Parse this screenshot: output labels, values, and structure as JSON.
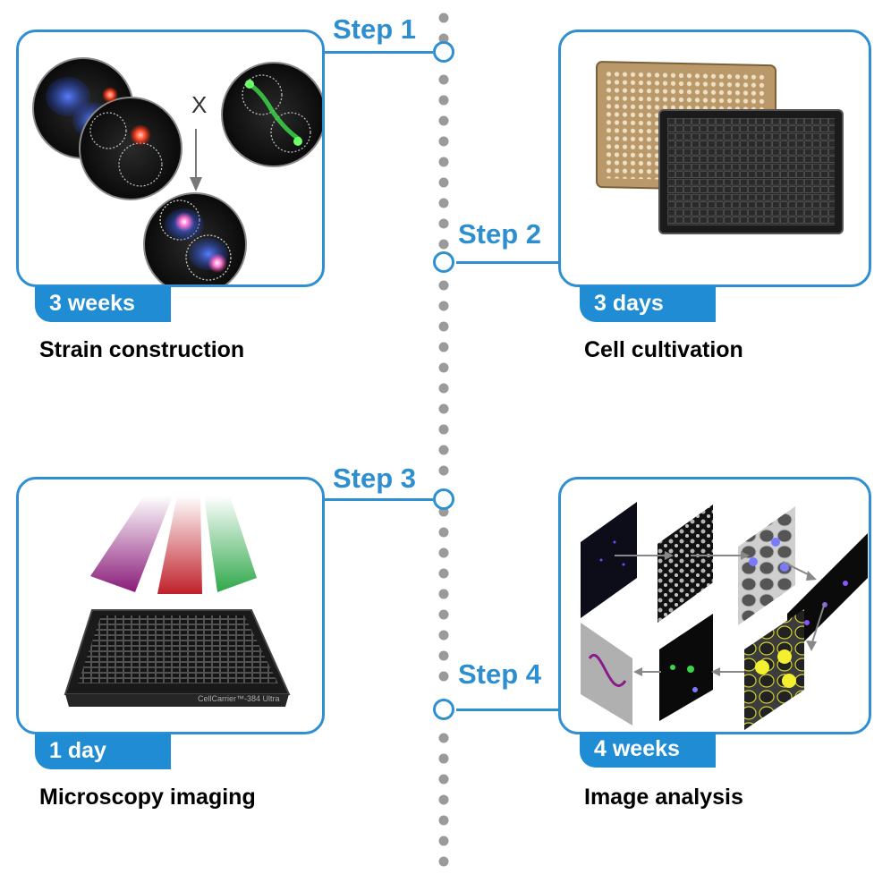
{
  "steps": [
    {
      "label": "Step 1",
      "duration": "3 weeks",
      "caption": "Strain construction"
    },
    {
      "label": "Step 2",
      "duration": "3 days",
      "caption": "Cell cultivation"
    },
    {
      "label": "Step 3",
      "duration": "1 day",
      "caption": "Microscopy imaging"
    },
    {
      "label": "Step 4",
      "duration": "4 weeks",
      "caption": "Image analysis"
    }
  ],
  "cross_symbol": "X",
  "plate_label": "CellCarrier™-384 Ultra",
  "colors": {
    "accent": "#2f8fd0",
    "tag": "#1f8cd4",
    "dots": "#9a9a9a"
  }
}
